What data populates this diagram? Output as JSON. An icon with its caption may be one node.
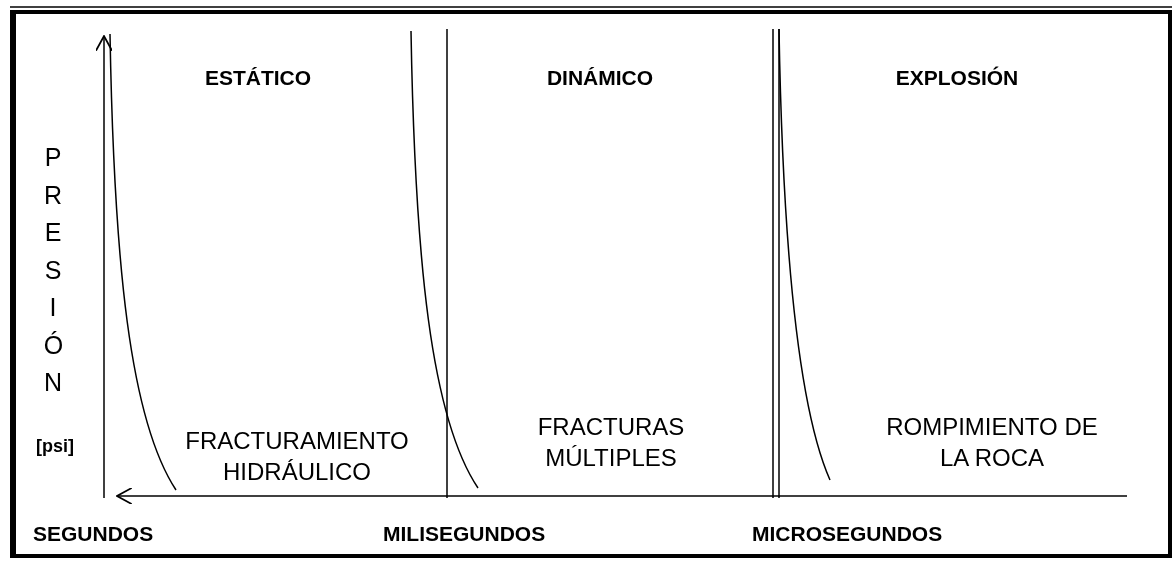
{
  "diagram": {
    "labels": [
      "ESTÁTICO",
      "DINÁMICO",
      "EXPLOSIÓN",
      "PRESIÓN",
      "[psi]",
      "FRACTURAMIENTO HIDRÁULICO",
      "FRACTURAS MÚLTIPLES",
      "ROMPIMIENTO DE LA ROCA",
      "SEGUNDOS",
      "MILISEGUNDOS",
      "MICROSEGUNDOS"
    ]
  }
}
